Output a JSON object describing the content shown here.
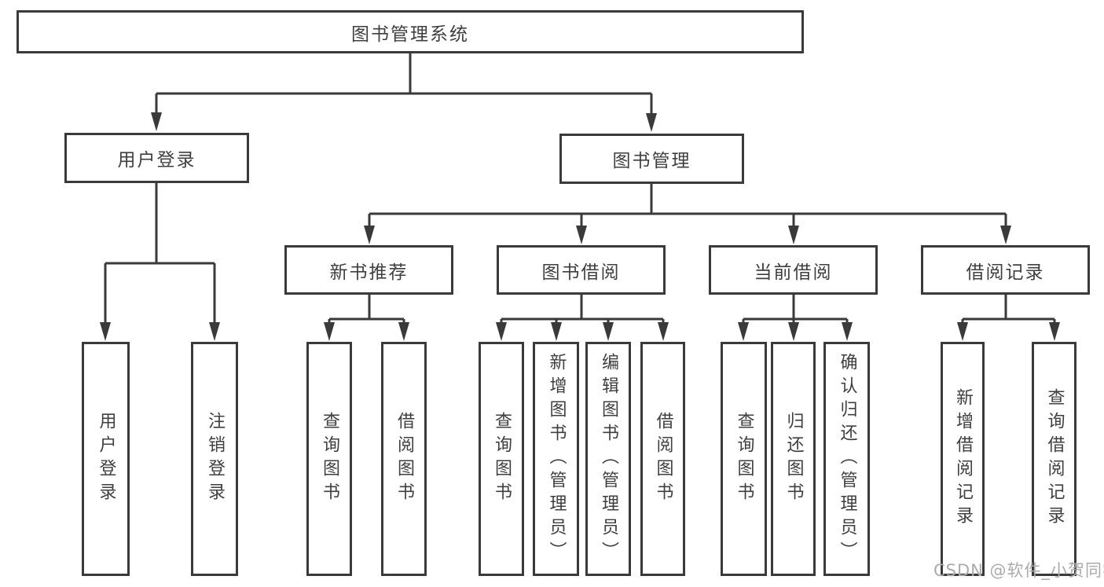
{
  "diagram": {
    "type": "tree",
    "root": {
      "id": "root",
      "label": "图书管理系统"
    },
    "level1": [
      {
        "id": "user-login",
        "label": "用户登录",
        "parent": "root"
      },
      {
        "id": "book-management",
        "label": "图书管理",
        "parent": "root"
      }
    ],
    "level2": [
      {
        "id": "new-book-recommend",
        "label": "新书推荐",
        "parent": "book-management"
      },
      {
        "id": "book-borrow",
        "label": "图书借阅",
        "parent": "book-management"
      },
      {
        "id": "current-borrow",
        "label": "当前借阅",
        "parent": "book-management"
      },
      {
        "id": "borrow-records",
        "label": "借阅记录",
        "parent": "book-management"
      }
    ],
    "leaves": [
      {
        "id": "leaf-user-login",
        "label": "用户登录",
        "parent": "user-login"
      },
      {
        "id": "leaf-logout",
        "label": "注销登录",
        "parent": "user-login"
      },
      {
        "id": "leaf-query-book-1",
        "label": "查询图书",
        "parent": "new-book-recommend"
      },
      {
        "id": "leaf-borrow-book-1",
        "label": "借阅图书",
        "parent": "new-book-recommend"
      },
      {
        "id": "leaf-query-book-2",
        "label": "查询图书",
        "parent": "book-borrow"
      },
      {
        "id": "leaf-add-book-admin",
        "label": "新增图书（管理员）",
        "parent": "book-borrow"
      },
      {
        "id": "leaf-edit-book-admin",
        "label": "编辑图书（管理员）",
        "parent": "book-borrow"
      },
      {
        "id": "leaf-borrow-book-2",
        "label": "借阅图书",
        "parent": "book-borrow"
      },
      {
        "id": "leaf-query-book-3",
        "label": "查询图书",
        "parent": "current-borrow"
      },
      {
        "id": "leaf-return-book",
        "label": "归还图书",
        "parent": "current-borrow"
      },
      {
        "id": "leaf-confirm-return-admin",
        "label": "确认归还（管理员）",
        "parent": "current-borrow"
      },
      {
        "id": "leaf-add-borrow-record",
        "label": "新增借阅记录",
        "parent": "borrow-records"
      },
      {
        "id": "leaf-query-borrow-record",
        "label": "查询借阅记录",
        "parent": "borrow-records"
      }
    ]
  },
  "watermark": {
    "text": "CSDN @软件_小贺同学"
  },
  "colors": {
    "line": "#3a3a3a",
    "text": "#3f3f3f",
    "box_background": "#ffffff",
    "watermark": "#ababab"
  }
}
